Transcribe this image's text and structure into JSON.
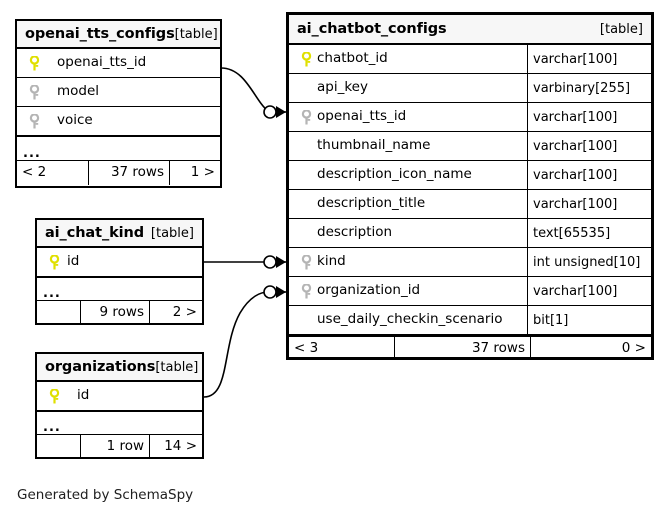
{
  "diagram": {
    "generator_note": "Generated by SchemaSpy",
    "table_tag": "[table]",
    "ellipsis": "...",
    "colors": {
      "primary_key": "#e8e800",
      "foreign_key": "#b0b0b0",
      "border": "#000000",
      "header_background": "#f7f7f7",
      "page_background": "#ffffff"
    }
  },
  "tables": {
    "ai_chatbot_configs": {
      "name": "ai_chatbot_configs",
      "tag": "[table]",
      "columns": [
        {
          "name": "chatbot_id",
          "type": "varchar[100]",
          "key": "primary"
        },
        {
          "name": "api_key",
          "type": "varbinary[255]",
          "key": "none"
        },
        {
          "name": "openai_tts_id",
          "type": "varchar[100]",
          "key": "foreign"
        },
        {
          "name": "thumbnail_name",
          "type": "varchar[100]",
          "key": "none"
        },
        {
          "name": "description_icon_name",
          "type": "varchar[100]",
          "key": "none"
        },
        {
          "name": "description_title",
          "type": "varchar[100]",
          "key": "none"
        },
        {
          "name": "description",
          "type": "text[65535]",
          "key": "none"
        },
        {
          "name": "kind",
          "type": "int unsigned[10]",
          "key": "foreign"
        },
        {
          "name": "organization_id",
          "type": "varchar[100]",
          "key": "foreign"
        },
        {
          "name": "use_daily_checkin_scenario",
          "type": "bit[1]",
          "key": "none"
        }
      ],
      "footer": {
        "prev": "< 3",
        "rows": "37 rows",
        "next": "0 >"
      }
    },
    "openai_tts_configs": {
      "name": "openai_tts_configs",
      "tag": "[table]",
      "columns": [
        {
          "name": "openai_tts_id",
          "type": "",
          "key": "primary"
        },
        {
          "name": "model",
          "type": "",
          "key": "foreign"
        },
        {
          "name": "voice",
          "type": "",
          "key": "foreign"
        }
      ],
      "ellipsis": "...",
      "footer": {
        "prev": "< 2",
        "rows": "37 rows",
        "next": "1 >"
      }
    },
    "ai_chat_kind": {
      "name": "ai_chat_kind",
      "tag": "[table]",
      "columns": [
        {
          "name": "id",
          "type": "",
          "key": "primary"
        }
      ],
      "ellipsis": "...",
      "footer": {
        "prev": "",
        "rows": "9 rows",
        "next": "2 >"
      }
    },
    "organizations": {
      "name": "organizations",
      "tag": "[table]",
      "columns": [
        {
          "name": "id",
          "type": "",
          "key": "primary"
        }
      ],
      "ellipsis": "...",
      "footer": {
        "prev": "",
        "rows": "1 row",
        "next": "14 >"
      }
    }
  },
  "relationships": [
    {
      "from": "openai_tts_configs.openai_tts_id",
      "to": "ai_chatbot_configs.openai_tts_id",
      "cardinality": "zero-or-many"
    },
    {
      "from": "ai_chat_kind.id",
      "to": "ai_chatbot_configs.kind",
      "cardinality": "zero-or-many"
    },
    {
      "from": "organizations.id",
      "to": "ai_chatbot_configs.organization_id",
      "cardinality": "zero-or-many"
    }
  ]
}
